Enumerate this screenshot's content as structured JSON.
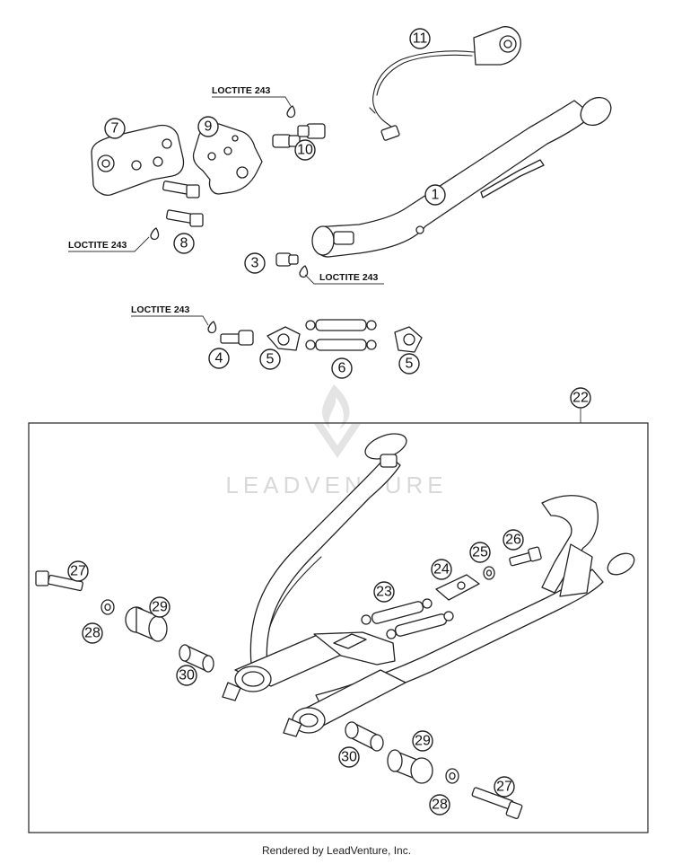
{
  "callouts": {
    "c1": "1",
    "c3": "3",
    "c4": "4",
    "c5a": "5",
    "c5b": "5",
    "c6": "6",
    "c7": "7",
    "c8": "8",
    "c9": "9",
    "c10": "10",
    "c11": "11",
    "c22": "22",
    "c23": "23",
    "c24": "24",
    "c25": "25",
    "c26": "26",
    "c27a": "27",
    "c27b": "27",
    "c28a": "28",
    "c28b": "28",
    "c29a": "29",
    "c29b": "29",
    "c30a": "30",
    "c30b": "30"
  },
  "loctite": {
    "l1": "LOCTITE 243",
    "l2": "LOCTITE 243",
    "l3": "LOCTITE 243",
    "l4": "LOCTITE 243"
  },
  "watermark": {
    "text": "LEADVENTURE"
  },
  "footer": {
    "text": "Rendered by LeadVenture, Inc."
  }
}
